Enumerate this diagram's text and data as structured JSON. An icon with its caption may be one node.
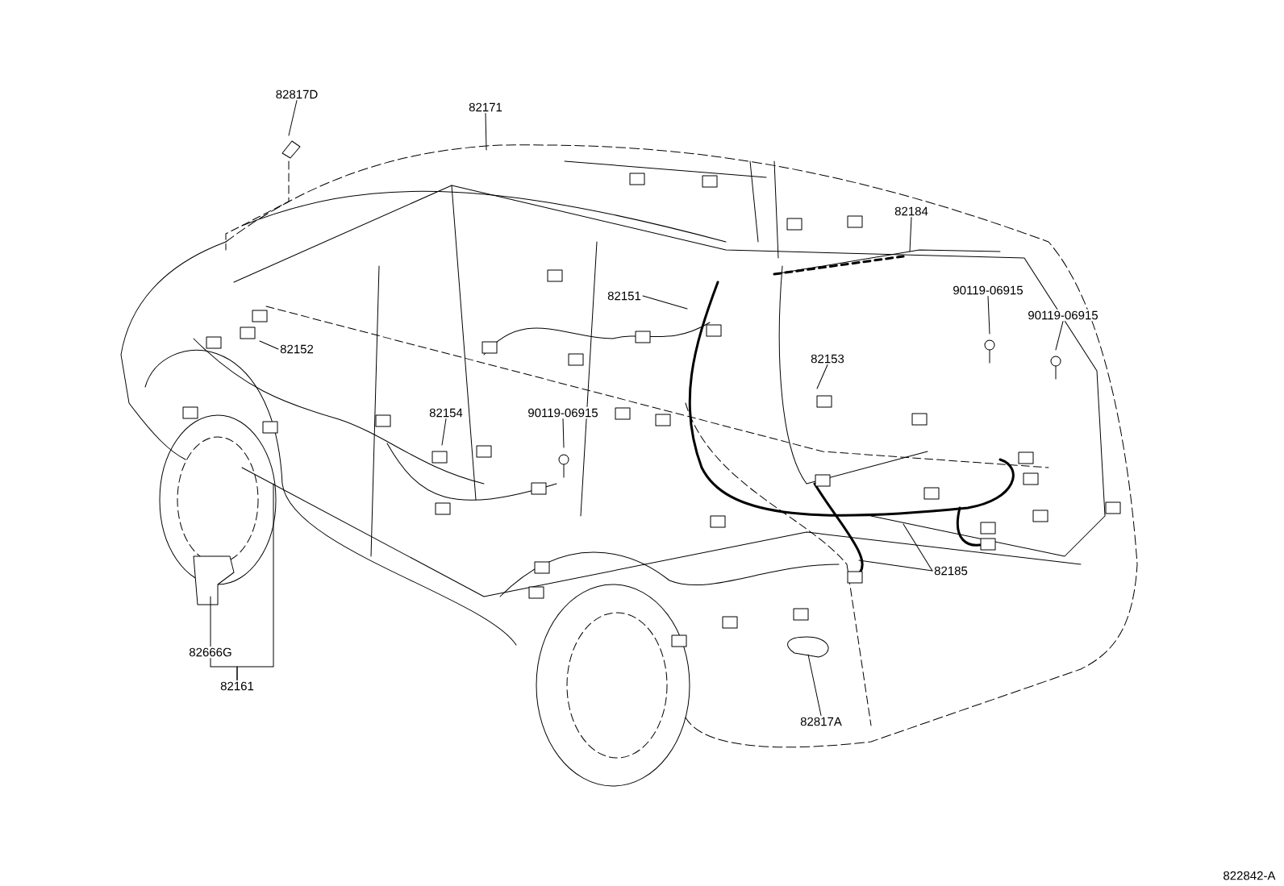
{
  "diagram": {
    "nodes": [
      {
        "text": [
          "82817D"
        ]
      },
      {
        "text": [
          "82171"
        ]
      },
      {
        "text": [
          "82184"
        ]
      },
      {
        "text": [
          "82151"
        ]
      },
      {
        "text": [
          "82152"
        ]
      },
      {
        "text": [
          "82153"
        ]
      },
      {
        "text": [
          "82154"
        ]
      },
      {
        "text": [
          "90119-06915"
        ]
      },
      {
        "text": [
          "90119-06915"
        ]
      },
      {
        "text": [
          "90119-06915"
        ]
      },
      {
        "text": [
          "82185"
        ]
      },
      {
        "text": [
          "82666G"
        ]
      },
      {
        "text": [
          "82161"
        ]
      },
      {
        "text": [
          "82817A"
        ]
      }
    ],
    "edges": [
      {
        "from": 0,
        "to": null,
        "arrow": "none"
      },
      {
        "from": 1,
        "to": null,
        "arrow": "none"
      },
      {
        "from": 2,
        "to": null,
        "arrow": "none"
      },
      {
        "from": 3,
        "to": null,
        "arrow": "none"
      },
      {
        "from": 4,
        "to": null,
        "arrow": "none"
      },
      {
        "from": 5,
        "to": null,
        "arrow": "none"
      },
      {
        "from": 6,
        "to": null,
        "arrow": "none"
      },
      {
        "from": 7,
        "to": null,
        "arrow": "none"
      },
      {
        "from": 8,
        "to": null,
        "arrow": "none"
      },
      {
        "from": 9,
        "to": null,
        "arrow": "none"
      },
      {
        "from": 10,
        "to": null,
        "arrow": "none"
      },
      {
        "from": 10,
        "to": null,
        "arrow": "none"
      },
      {
        "from": 11,
        "to": null,
        "arrow": "none"
      },
      {
        "from": 12,
        "to": null,
        "arrow": "none"
      },
      {
        "from": 12,
        "to": 11,
        "arrow": "none"
      },
      {
        "from": 13,
        "to": null,
        "arrow": "none"
      }
    ],
    "labels": [
      "822842-A"
    ]
  }
}
